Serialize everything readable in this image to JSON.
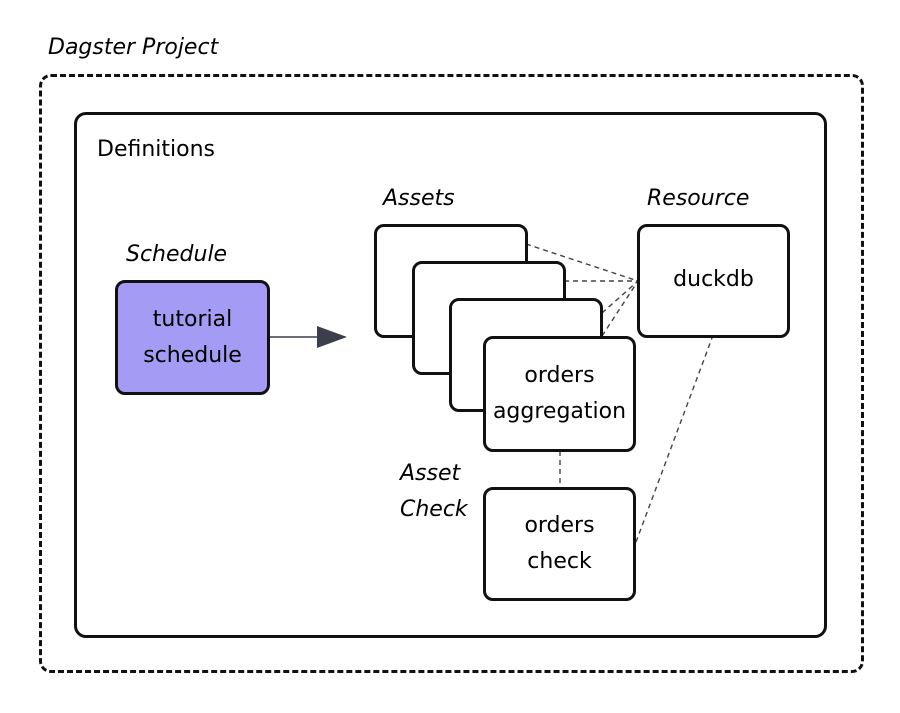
{
  "project": {
    "title": "Dagster Project"
  },
  "definitions": {
    "title": "Definitions"
  },
  "schedule": {
    "heading": "Schedule",
    "box_line1": "tutorial",
    "box_line2": "schedule",
    "color": "#a49cf4"
  },
  "assets": {
    "heading": "Assets",
    "front_line1": "orders",
    "front_line2": "aggregation"
  },
  "resource": {
    "heading": "Resource",
    "box_label": "duckdb"
  },
  "asset_check": {
    "heading_line1": "Asset",
    "heading_line2": "Check",
    "box_line1": "orders",
    "box_line2": "check"
  }
}
